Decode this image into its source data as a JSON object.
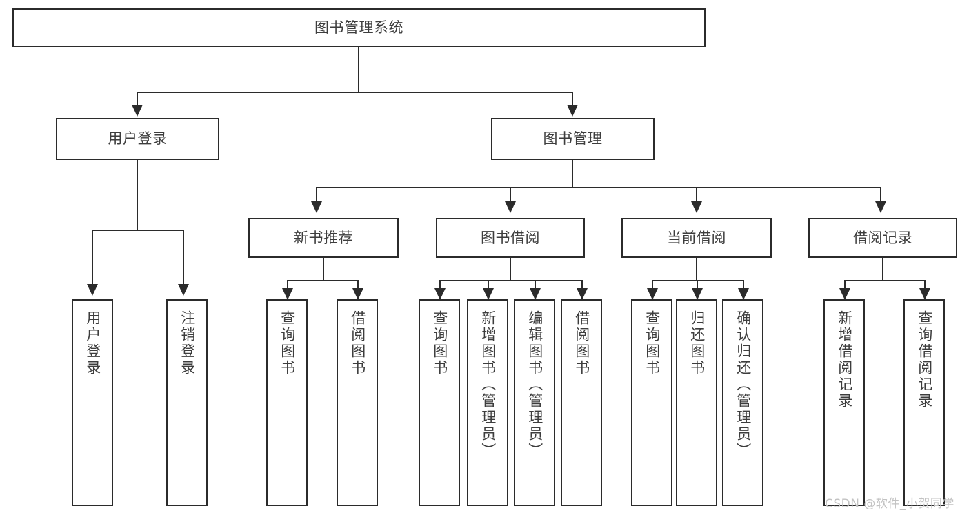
{
  "diagram": {
    "type": "tree-hierarchy-chart",
    "title": "图书管理系统",
    "orientation": "top-down",
    "stroke_color": "#2b2b2b",
    "text_color": "#3d3d3d",
    "background_color": "#ffffff",
    "root": {
      "label": "图书管理系统",
      "level": 1
    },
    "level2": [
      {
        "label": "用户登录"
      },
      {
        "label": "图书管理"
      }
    ],
    "level3": [
      {
        "label": "新书推荐"
      },
      {
        "label": "图书借阅"
      },
      {
        "label": "当前借阅"
      },
      {
        "label": "借阅记录"
      }
    ],
    "leaves": {
      "user_login": [
        {
          "label": "用户登录"
        },
        {
          "label": "注销登录"
        }
      ],
      "new_book_recommend": [
        {
          "label": "查询图书"
        },
        {
          "label": "借阅图书"
        }
      ],
      "book_borrow": [
        {
          "label": "查询图书"
        },
        {
          "label": "新增图书（管理员）"
        },
        {
          "label": "编辑图书（管理员）"
        },
        {
          "label": "借阅图书"
        }
      ],
      "current_borrow": [
        {
          "label": "查询图书"
        },
        {
          "label": "归还图书"
        },
        {
          "label": "确认归还（管理员）"
        }
      ],
      "borrow_record": [
        {
          "label": "新增借阅记录"
        },
        {
          "label": "查询借阅记录"
        }
      ]
    }
  },
  "watermark": {
    "text": "CSDN @软件_小贺同学"
  }
}
